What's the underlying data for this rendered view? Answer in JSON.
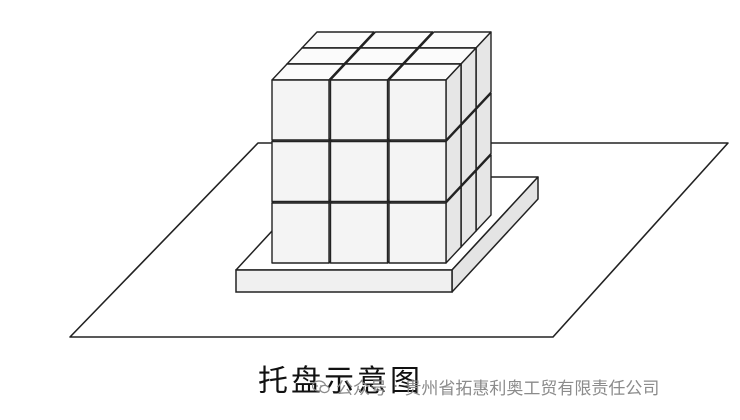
{
  "caption": "托盘示意图",
  "watermark": {
    "platform": "公众号",
    "separator": "·",
    "company": "贵州省拓惠利奥工贸有限责任公司",
    "icon": "wechat-chat-icon"
  },
  "colors": {
    "stroke": "#222222",
    "cube_front": "#f4f4f4",
    "cube_top": "#fbfbfb",
    "cube_side": "#e6e6e6",
    "pallet_top": "#ffffff",
    "pallet_front": "#f0f0f0",
    "caption": "#111111",
    "watermark": "#8b8b8b"
  }
}
